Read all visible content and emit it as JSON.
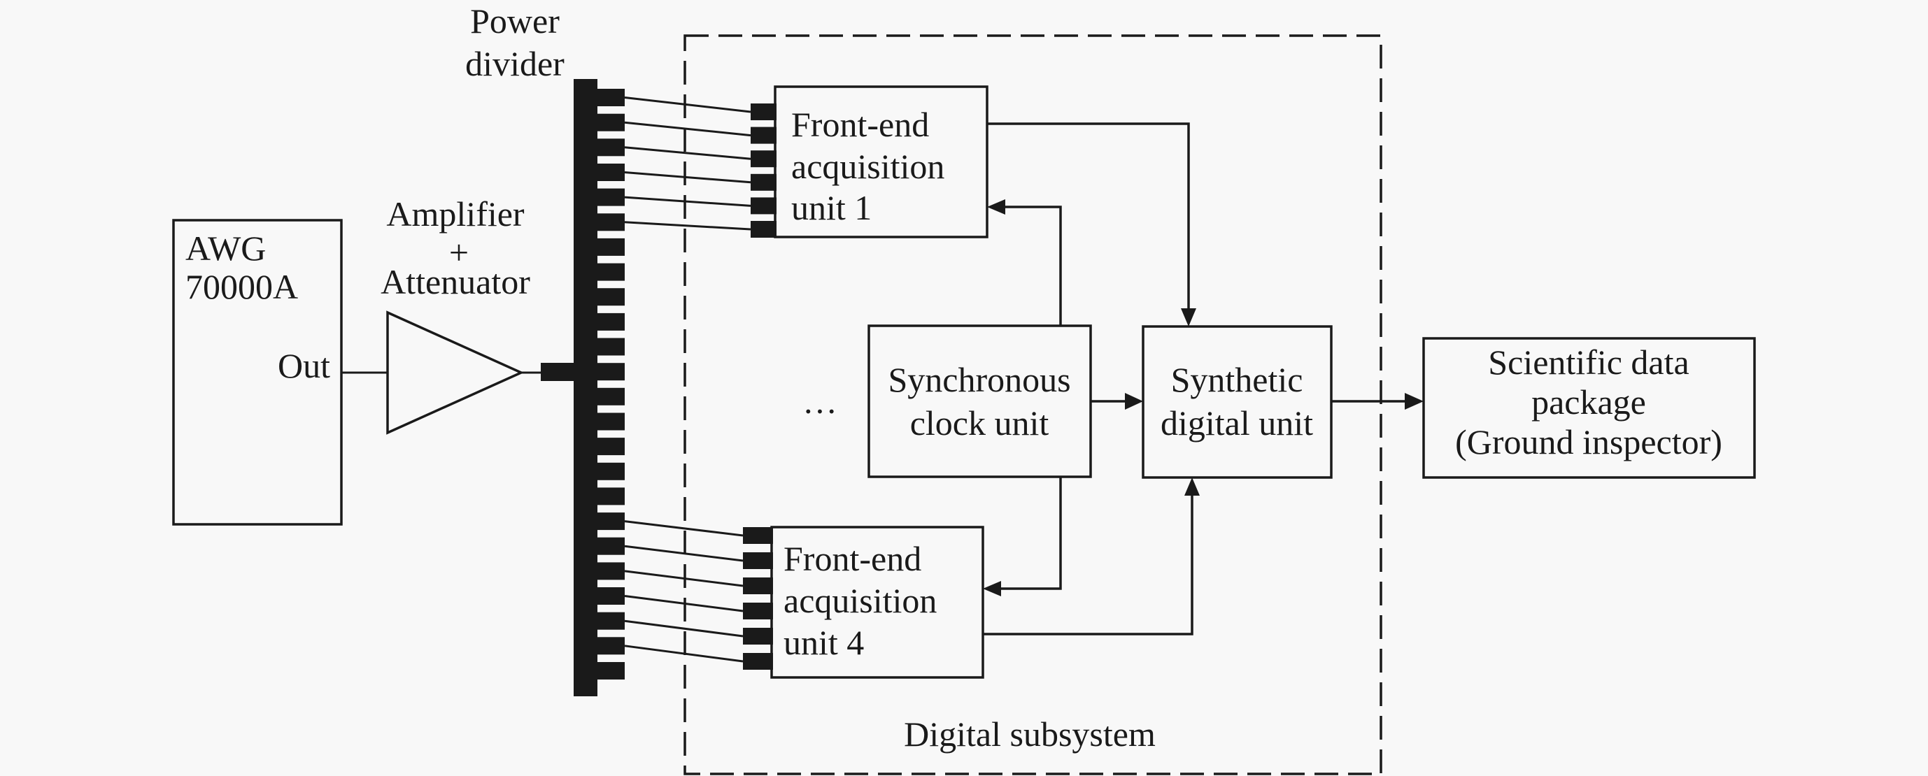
{
  "diagram": {
    "awg": {
      "line1": "AWG",
      "line2": "70000A",
      "port_label": "Out"
    },
    "amplifier": {
      "line1": "Amplifier",
      "line2": "+",
      "line3": "Attenuator"
    },
    "power_divider": {
      "line1": "Power",
      "line2": "divider",
      "output_count": 24
    },
    "front_end_1": {
      "line1": "Front-end",
      "line2": "acquisition",
      "line3": "unit 1",
      "input_count": 6
    },
    "front_end_4": {
      "line1": "Front-end",
      "line2": "acquisition",
      "line3": "unit 4",
      "input_count": 6
    },
    "ellipsis": "···",
    "sync_clock": {
      "line1": "Synchronous",
      "line2": "clock unit"
    },
    "synthetic": {
      "line1": "Synthetic",
      "line2": "digital unit"
    },
    "scientific": {
      "line1": "Scientific data",
      "line2": "package",
      "line3": "(Ground inspector)"
    },
    "subsystem_label": "Digital subsystem",
    "connections": [
      {
        "from": "awg.out",
        "to": "amplifier"
      },
      {
        "from": "amplifier",
        "to": "power_divider"
      },
      {
        "from": "power_divider",
        "to": "front_end_1",
        "count": 6
      },
      {
        "from": "power_divider",
        "to": "front_end_4",
        "count": 6
      },
      {
        "from": "sync_clock",
        "to": "front_end_1"
      },
      {
        "from": "sync_clock",
        "to": "front_end_4"
      },
      {
        "from": "sync_clock",
        "to": "synthetic"
      },
      {
        "from": "front_end_1",
        "to": "synthetic"
      },
      {
        "from": "front_end_4",
        "to": "synthetic"
      },
      {
        "from": "synthetic",
        "to": "scientific"
      }
    ]
  }
}
